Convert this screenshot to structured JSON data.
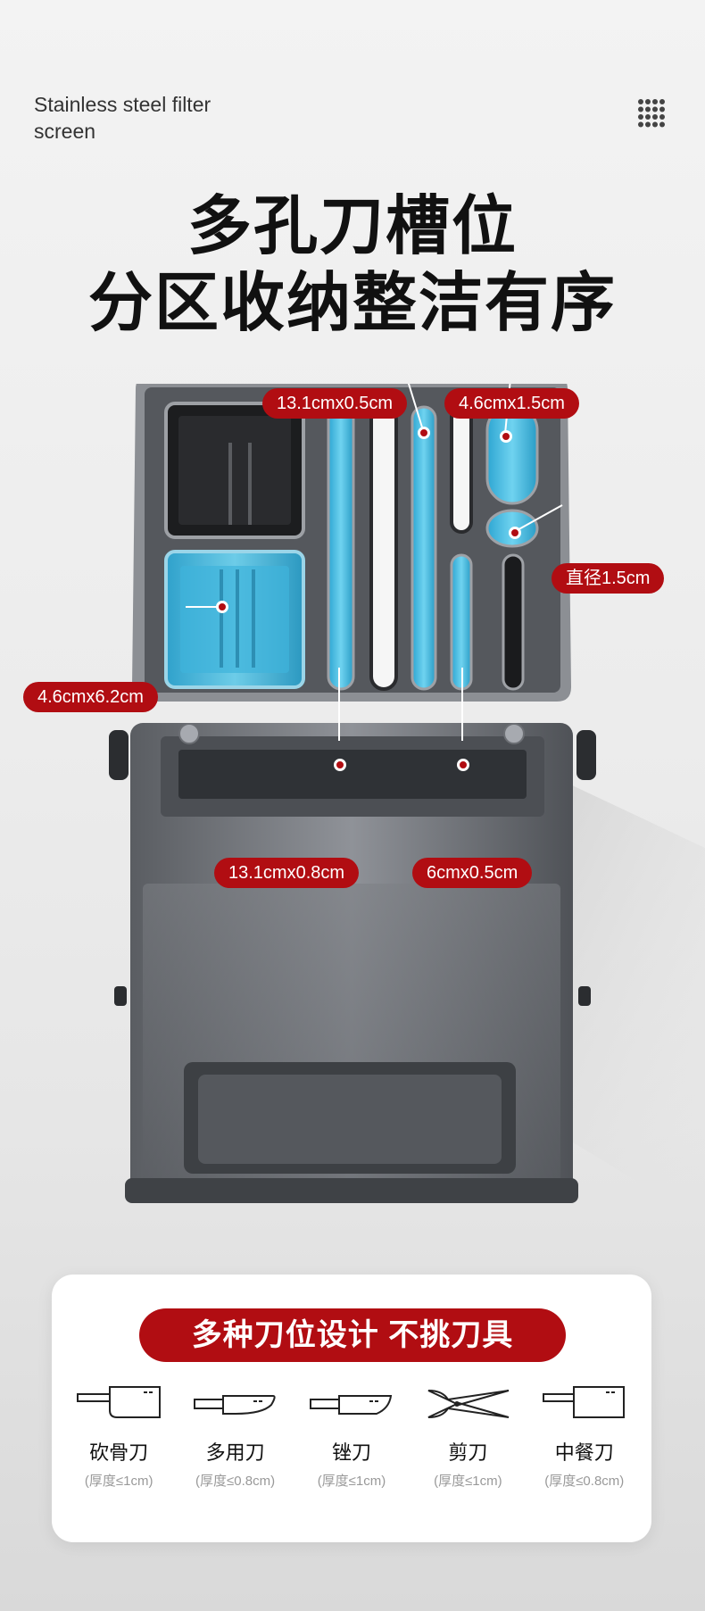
{
  "header": {
    "subtitle": "Stainless steel filter screen",
    "grid_icon": "dots-grid-icon"
  },
  "headline": {
    "line1": "多孔刀槽位",
    "line2": "分区收纳整洁有序"
  },
  "callouts": {
    "slot_long_thin": "13.1cmx0.5cm",
    "slot_oval": "4.6cmx1.5cm",
    "hole_round": "直径1.5cm",
    "box_large": "4.6cmx6.2cm",
    "slot_long_wide": "13.1cmx0.8cm",
    "slot_short": "6cmx0.5cm"
  },
  "colors": {
    "accent_red": "#b10d12",
    "highlight_blue": "#45bde0"
  },
  "feature_card": {
    "banner": "多种刀位设计 不挑刀具",
    "knives": [
      {
        "icon": "chopping-cleaver-icon",
        "name": "砍骨刀",
        "note": "(厚度≤1cm)"
      },
      {
        "icon": "utility-knife-icon",
        "name": "多用刀",
        "note": "(厚度≤0.8cm)"
      },
      {
        "icon": "slicing-knife-icon",
        "name": "锉刀",
        "note": "(厚度≤1cm)"
      },
      {
        "icon": "scissors-icon",
        "name": "剪刀",
        "note": "(厚度≤1cm)"
      },
      {
        "icon": "chinese-cleaver-icon",
        "name": "中餐刀",
        "note": "(厚度≤0.8cm)"
      }
    ]
  }
}
